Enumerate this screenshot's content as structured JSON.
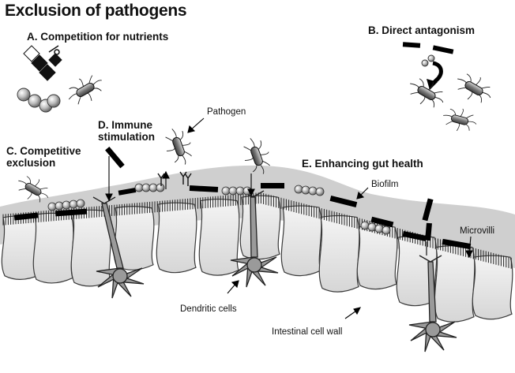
{
  "title": "Exclusion of pathogens",
  "sections": {
    "a": "A. Competition for nutrients",
    "b": "B. Direct antagonism",
    "c_line1": "C. Competitive",
    "c_line2": "exclusion",
    "d_line1": "D. Immune",
    "d_line2": "stimulation",
    "e": "E. Enhancing gut health"
  },
  "labels": {
    "pathogen": "Pathogen",
    "biofilm": "Biofilm",
    "microvilli": "Microvilli",
    "dendritic_cells": "Dendritic cells",
    "intestinal_cell_wall": "Intestinal cell wall"
  },
  "colors": {
    "biofilm": "#c8c8c8",
    "cell_fill": "#e9e9e9",
    "cell_stroke": "#3a3a3a",
    "dendritic": "#9a9a9a",
    "probiotic_sphere": "#bdbdbd",
    "pathogen_body": "#6b6b6b",
    "line": "#000000"
  }
}
